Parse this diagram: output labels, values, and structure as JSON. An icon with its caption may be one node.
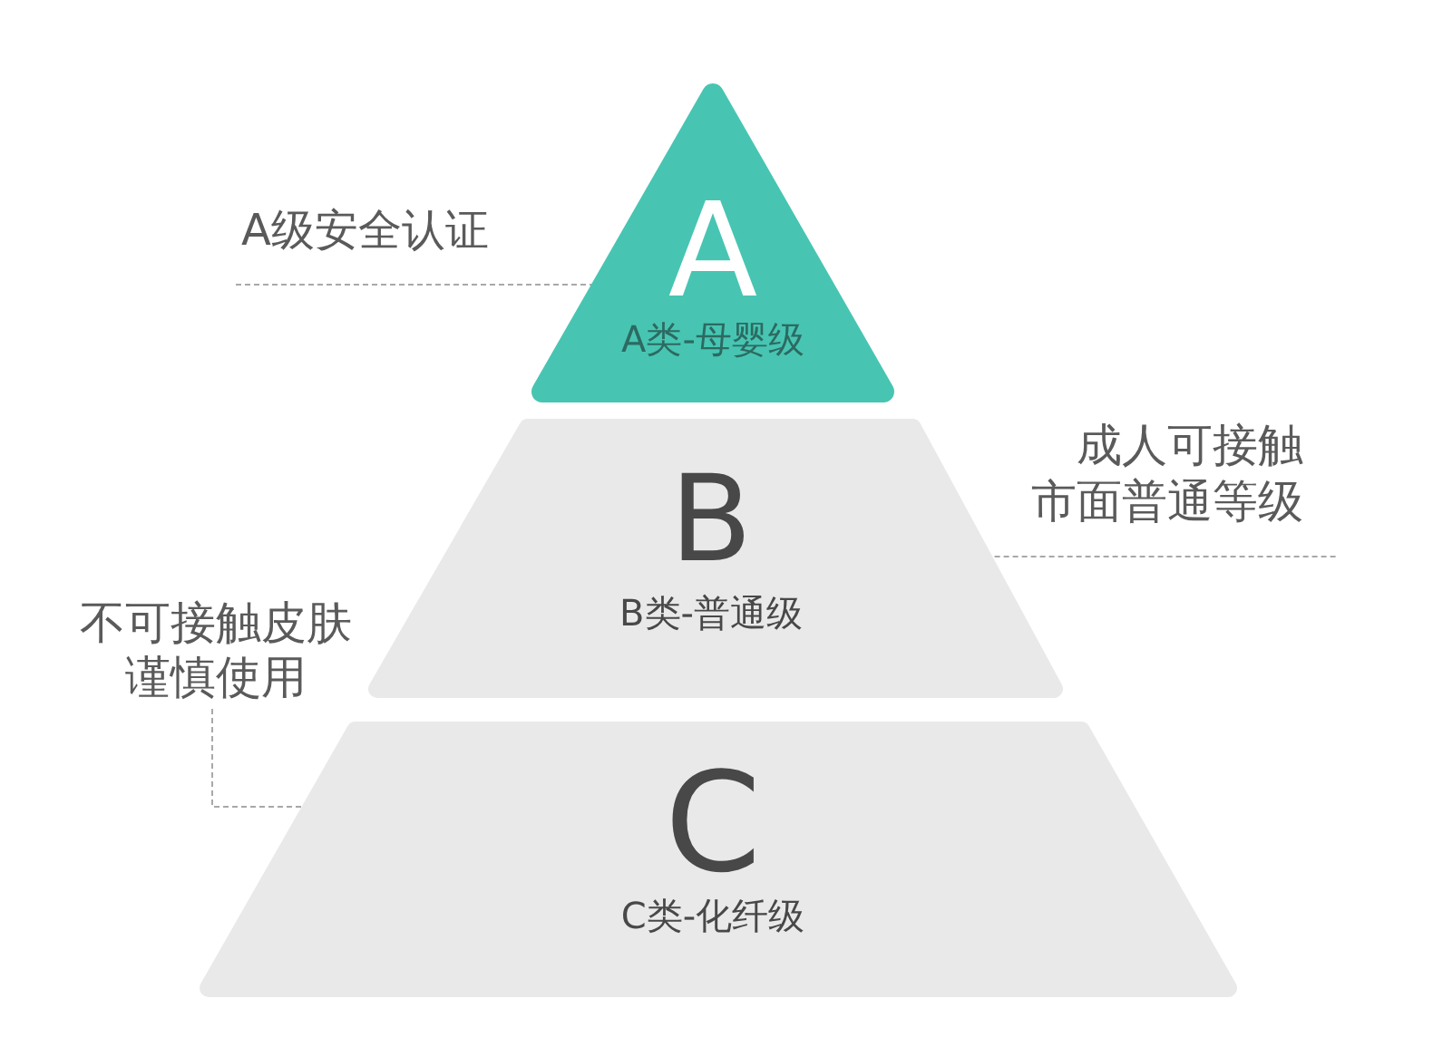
{
  "diagram": {
    "nodes": [
      {
        "text": [
          "A",
          "A类-母婴级"
        ]
      },
      {
        "text": [
          "A级安全认证"
        ]
      },
      {
        "text": [
          "B",
          "B类-普通级"
        ]
      },
      {
        "text": [
          "成人可接触市面普通等级"
        ]
      },
      {
        "text": [
          "不可接触皮肤谨慎使用"
        ]
      },
      {
        "text": [
          "C",
          "C类-化纤级"
        ]
      }
    ],
    "edges": [
      {
        "from": 1,
        "to": 0,
        "arrow": "none",
        "style": "dashed"
      },
      {
        "from": 3,
        "to": 2,
        "arrow": "none",
        "style": "dashed"
      },
      {
        "from": 4,
        "to": 5,
        "arrow": "none",
        "style": "dashed"
      }
    ]
  }
}
